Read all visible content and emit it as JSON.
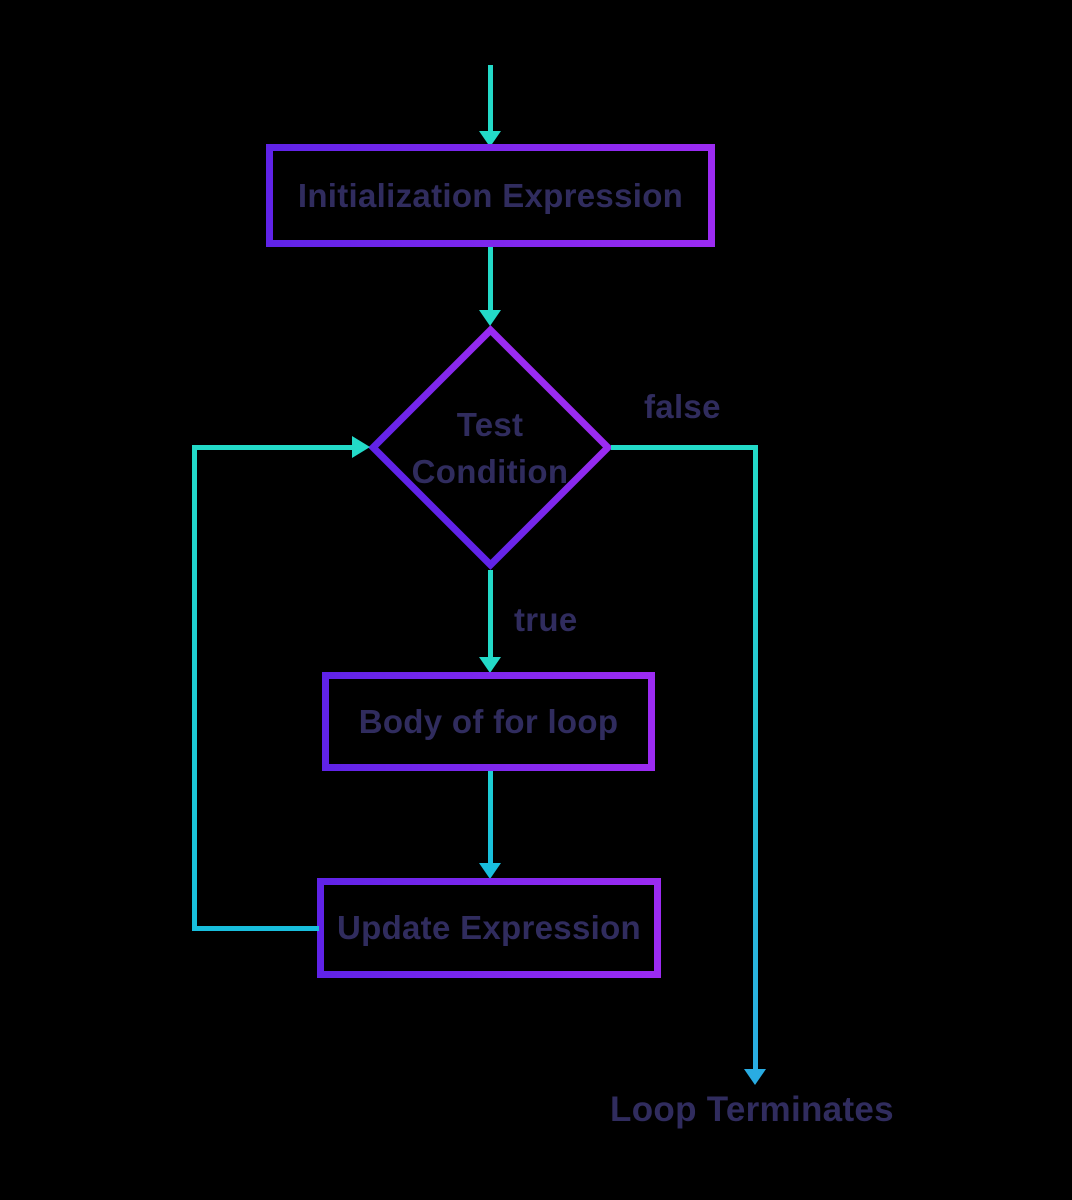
{
  "colors": {
    "background": "#000000",
    "text": "#302C5E",
    "arrow_teal": "#23DAC8",
    "arrow_mid": "#18BEDD",
    "arrow_blue": "#29ACE2",
    "purple_start": "#5F23E8",
    "purple_end": "#9C2BF2"
  },
  "nodes": {
    "init": {
      "label": "Initialization Expression"
    },
    "test": {
      "line1": "Test",
      "line2": "Condition"
    },
    "body": {
      "label": "Body of for loop"
    },
    "update": {
      "label": "Update Expression"
    }
  },
  "labels": {
    "true": "true",
    "false": "false",
    "terminate": "Loop Terminates"
  }
}
